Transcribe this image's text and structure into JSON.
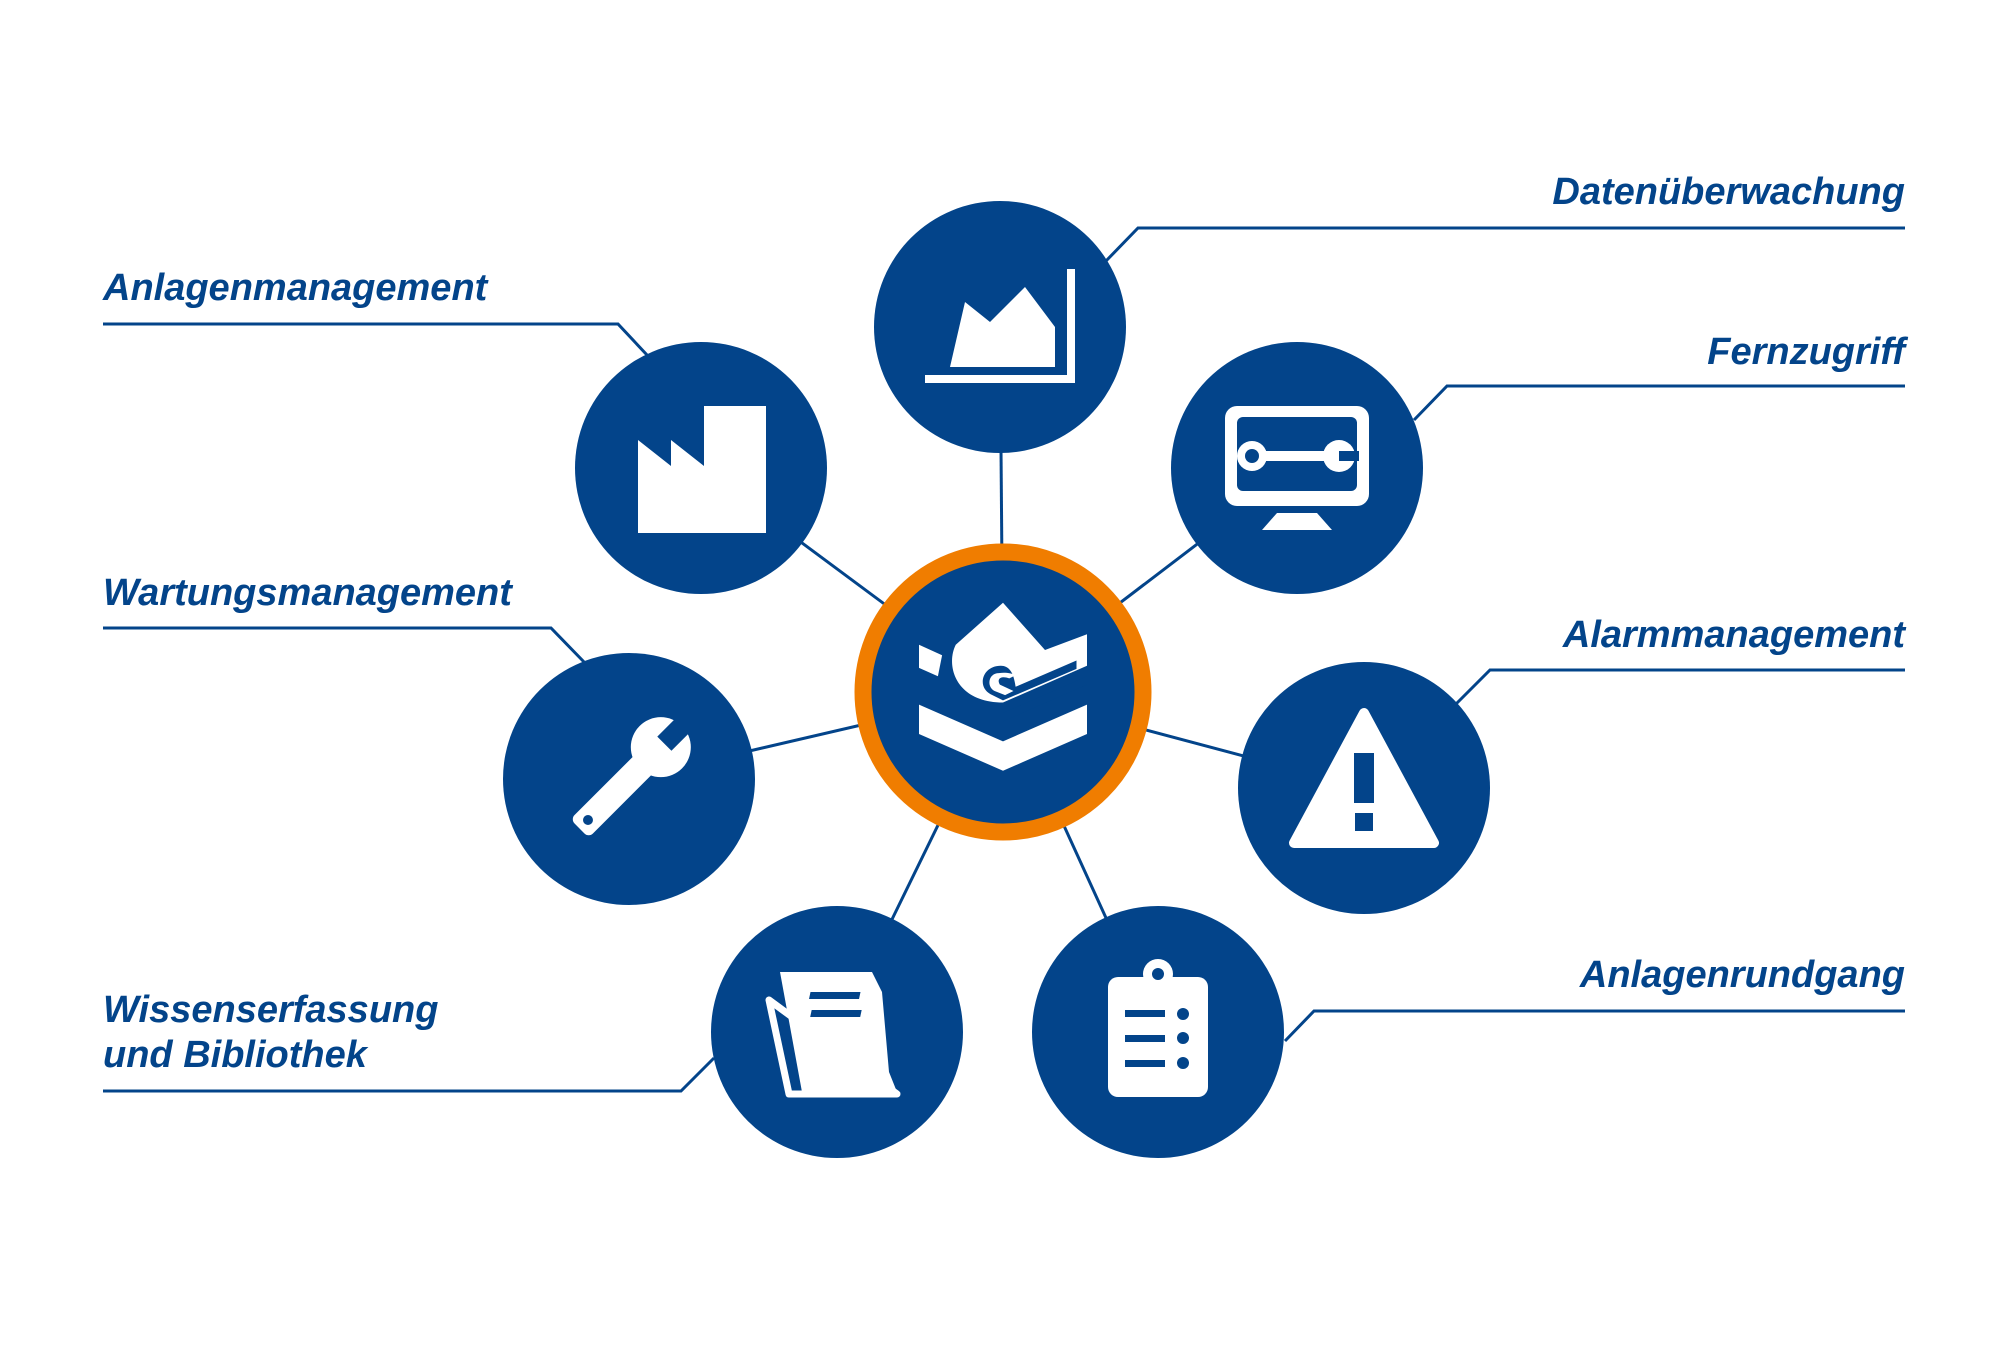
{
  "colors": {
    "primary": "#03448a",
    "accent": "#f07d00",
    "icon": "#ffffff"
  },
  "center": {
    "icon": "brand-logo-icon"
  },
  "nodes": [
    {
      "label": "Datenüberwachung",
      "icon": "area-chart-icon"
    },
    {
      "label": "Anlagenmanagement",
      "icon": "factory-icon"
    },
    {
      "label": "Fernzugriff",
      "icon": "monitor-wrench-icon"
    },
    {
      "label": "Wartungsmanagement",
      "icon": "wrench-icon"
    },
    {
      "label": "Alarmmanagement",
      "icon": "warning-icon"
    },
    {
      "label_line1": "Wissenserfassung",
      "label_line2": "und Bibliothek",
      "icon": "book-icon"
    },
    {
      "label": "Anlagenrundgang",
      "icon": "clipboard-icon"
    }
  ]
}
